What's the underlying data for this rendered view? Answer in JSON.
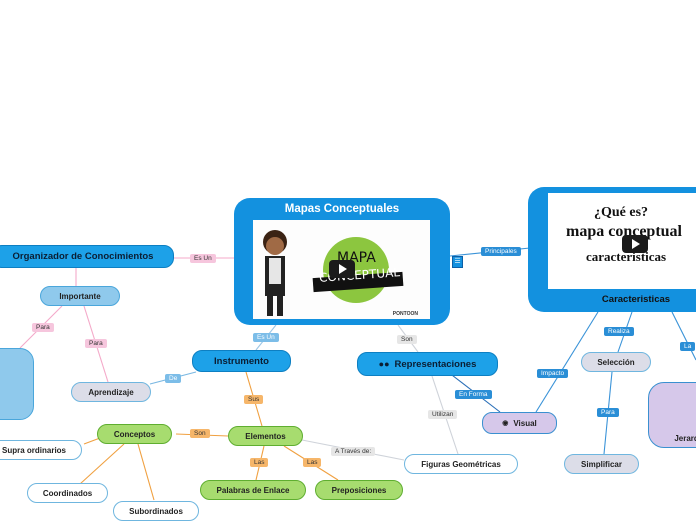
{
  "colors": {
    "card": "#1391df",
    "link_pink": "#f4a9c9",
    "link_orange": "#f0a040",
    "link_blue": "#3a93d8",
    "link_grey": "#cfd3da"
  },
  "main": {
    "title": "Mapas Conceptuales",
    "image_text": {
      "line1": "MAPA",
      "line2": "CONCEPTUAL",
      "brand": "PONTOON"
    }
  },
  "caracteristicas": {
    "title": "Caracteristicas",
    "image_text": {
      "line1": "¿Qué es?",
      "line2": "mapa conceptual",
      "line3": "caracteristicas"
    }
  },
  "nodes": {
    "organizador": "Organizador de Conocimientos",
    "importante": "Importante",
    "aprendizaje": "Aprendizaje",
    "instrumento": "Instrumento",
    "elementos": "Elementos",
    "conceptos": "Conceptos",
    "supra": "Supra ordinarios",
    "coordinados": "Coordinados",
    "subordinados": "Subordinados",
    "palabras": "Palabras de Enlace",
    "preposiciones": "Preposiciones",
    "figuras": "Figuras Geométricas",
    "representaciones": "Representaciones",
    "visual": "Visual",
    "seleccion": "Selección",
    "simplificar": "Simplificar",
    "jerarquia": "Jerarqu"
  },
  "links": {
    "es_un_left": "Es Un",
    "para1": "Para",
    "para2": "Para",
    "es_un_down": "Es Un",
    "de": "De",
    "sus": "Sus",
    "son_left": "Son",
    "las1": "Las",
    "las2": "Las",
    "a_traves": "A Través de:",
    "son_down": "Son",
    "utilizan": "Utilizan",
    "en_forma": "En Forma",
    "principales": "Principales",
    "impacto": "Impacto",
    "realiza": "Realiza",
    "para3": "Para",
    "la": "La"
  },
  "icons": {
    "note": "note-icon",
    "eyes": "eyes-icon",
    "eye": "eye-icon",
    "play": "play-icon"
  }
}
